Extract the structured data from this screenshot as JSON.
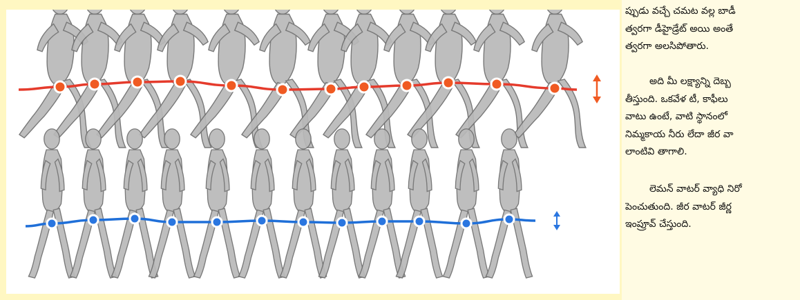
{
  "figure": {
    "image_name": "running-vs-walking-body-bounce-illustration",
    "colors": {
      "running_wave": "#e53b2c",
      "running_marker": "#f05a22",
      "walking_wave": "#1f6fd8",
      "walking_marker": "#2a76e0",
      "figure_fill": "#b9b9b9",
      "figure_outline": "#6e6e6e",
      "frame": "#fff7c2"
    },
    "icons": [
      "up-down-arrow-icon-red",
      "up-down-arrow-icon-blue"
    ]
  },
  "article": {
    "paragraph1": {
      "lines": [
        "ప్పుడు వచ్చే చమట వల్ల బాడీ",
        "త్వరగా డీహైడ్రేట్ అయి అంతే",
        "త్వరగా అలసిపోతారు."
      ]
    },
    "paragraph2": {
      "lines": [
        "అది మీ లక్ష్యాన్ని దెబ్బ",
        "తీస్తుంది. ఒకవేళ టీ, కాఫీలు",
        "వాటు ఉంటే, వాటి స్థానంలో",
        "నిమ్మకాయ నీరు లేదా జీర వా",
        "లాంటివి తాగాలి."
      ]
    },
    "paragraph3": {
      "lines": [
        "లెమన్ వాటర్ వ్యాధి నిరో",
        "పెంచుతుంది. జీర వాటర్ జీర్ణ",
        "ఇంప్రూవ్ చేస్తుంది."
      ]
    }
  }
}
